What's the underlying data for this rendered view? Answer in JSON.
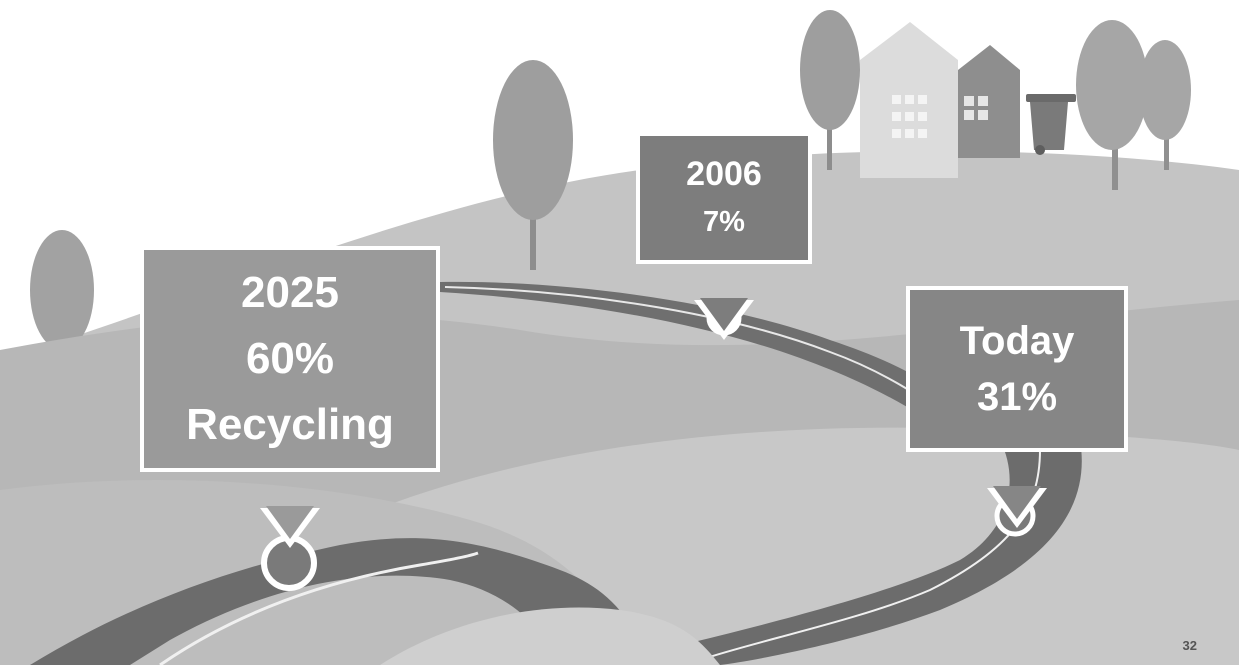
{
  "milestones": {
    "goal": {
      "year": "2025",
      "percent": "60%",
      "label": "Recycling"
    },
    "start": {
      "year": "2006",
      "percent": "7%"
    },
    "current": {
      "year": "Today",
      "percent": "31%"
    }
  },
  "page_number": "32",
  "colors": {
    "background": "#ffffff",
    "hill_light": "#c9c9c9",
    "hill_mid": "#a9a9a9",
    "road": "#6f6f6f",
    "callout_border": "#ffffff",
    "tree": "#9d9d9d"
  },
  "icons": [
    "tree-icon",
    "house-icon",
    "trash-bin-icon",
    "milestone-marker-icon"
  ]
}
